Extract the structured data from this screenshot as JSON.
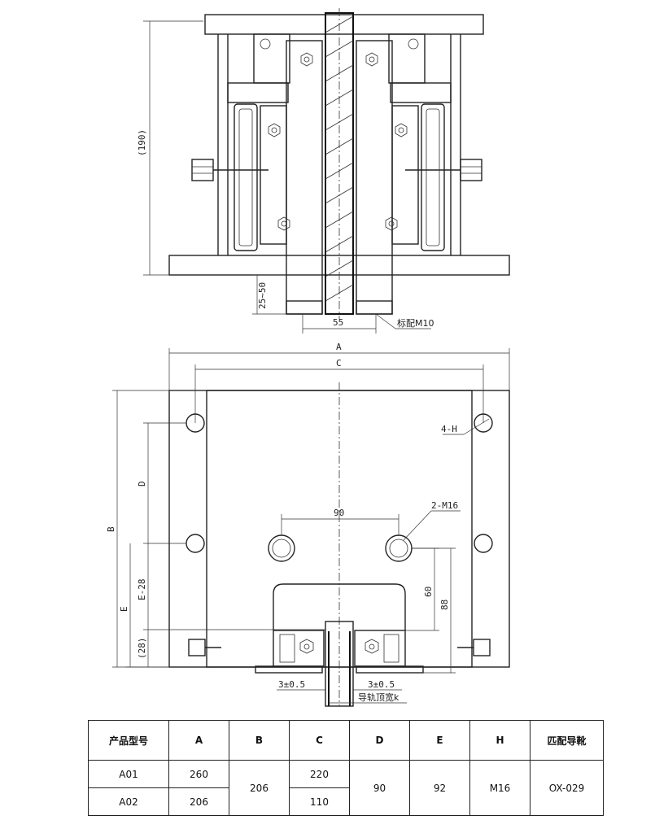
{
  "top_view": {
    "dim_height": "(190)",
    "dim_bottom": "25~50",
    "dim_width": "55",
    "bolt_note": "标配M10"
  },
  "bottom_view": {
    "dim_a": "A",
    "dim_c": "C",
    "dim_b": "B",
    "dim_d": "D",
    "dim_e": "E",
    "dim_e28": "E-28",
    "dim_28": "(28)",
    "dim_90": "90",
    "dim_60": "60",
    "dim_88": "88",
    "hole_4h": "4-H",
    "hole_2m16": "2-M16",
    "gap_left": "3±0.5",
    "gap_right": "3±0.5",
    "rail_width": "导轨顶宽k"
  },
  "table": {
    "headers": [
      "产品型号",
      "A",
      "B",
      "C",
      "D",
      "E",
      "H",
      "匹配导靴"
    ],
    "row1": {
      "model": "A01",
      "a": "260",
      "c": "220"
    },
    "row2": {
      "model": "A02",
      "a": "206",
      "c": "110"
    },
    "merged": {
      "b": "206",
      "d": "90",
      "e": "92",
      "h": "M16",
      "boot": "OX-029"
    }
  }
}
